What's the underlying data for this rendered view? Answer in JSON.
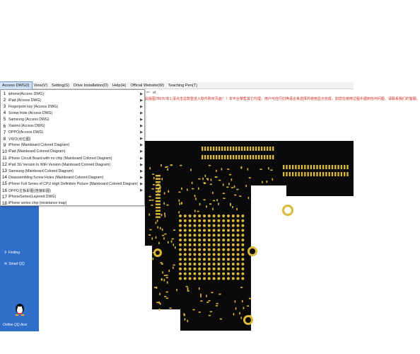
{
  "menubar": {
    "items": [
      {
        "label": "Access DWG(I)"
      },
      {
        "label": "View(V)"
      },
      {
        "label": "Setting(S)"
      },
      {
        "label": "Drive Installation(D)"
      },
      {
        "label": "Help(H)"
      },
      {
        "label": "Official Website(W)"
      },
      {
        "label": "Teaching Pen(T)"
      }
    ]
  },
  "dropdown": {
    "items": [
      {
        "num": "1",
        "label": "iphone(Access DWG)"
      },
      {
        "num": "2",
        "label": "iPad (Access DWG)"
      },
      {
        "num": "3",
        "label": "Fingerprint key (Access DWG)"
      },
      {
        "num": "4",
        "label": "Screw Hole (Access DWG)"
      },
      {
        "num": "5",
        "label": "Samsung (Access DWG)"
      },
      {
        "num": "6",
        "label": "Xiaomi (Access DWG)"
      },
      {
        "num": "7",
        "label": "OPPO(Access DWG)"
      },
      {
        "num": "8",
        "label": "VIVO(点位图)"
      },
      {
        "num": "9",
        "label": "iPhone (Mainboard Colored Diagram)"
      },
      {
        "num": "10",
        "label": "iPad (Mainboard Colored Diagram)"
      },
      {
        "num": "11",
        "label": "iPhone Circuit Board with no chip (Mainboard Colored Diagram)"
      },
      {
        "num": "12",
        "label": "iPad 3G Version to WiFi Version (Mainboard Colored Diagram)"
      },
      {
        "num": "13",
        "label": "Samsung (Mainboard Colored Diagram)"
      },
      {
        "num": "14",
        "label": "Disassembling Screw Holes (Mainboard Colored Diagram)"
      },
      {
        "num": "15",
        "label": "iPhone Full Series of CPU High Definition Picture (Mainboard Colored Diagram)"
      },
      {
        "num": "16",
        "label": "OPPO主板彩图(连接彩图)"
      },
      {
        "num": "17",
        "label": "iPhoneSeries(Layered DWG)"
      },
      {
        "num": "18",
        "label": "iPhone series chip (resistance map)"
      }
    ],
    "arrow_glyph": "▶"
  },
  "notice": {
    "text": "此版图780元/年1,请点击这款登进入软件购买页面！！本平台禁售其它代理，用户可自行切换语言来选择并使用显示完成，如您在使用过程中遇到任何问题，请联系我们的客服。"
  },
  "toolbar": {
    "label": "al"
  },
  "sidebar": {
    "items": [
      {
        "label": "Finding"
      },
      {
        "label": "Smart QQ"
      }
    ],
    "qq_label": "Online QQ Assi"
  },
  "colors": {
    "sidebar_blue": "#2f6fc9",
    "board_black": "#0a0a0a",
    "pad_gold": "#d9b83a",
    "notice_red": "#d0281c",
    "menu_highlight": "#cfe2f7"
  }
}
